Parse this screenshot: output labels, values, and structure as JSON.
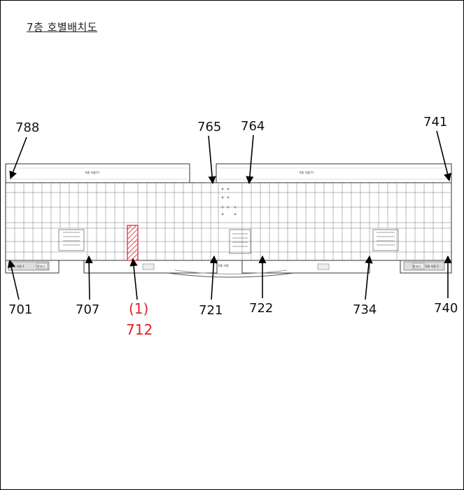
{
  "page_title": "7층 호별배치도",
  "top_labels": [
    "788",
    "765",
    "764",
    "741"
  ],
  "bottom_labels": [
    "701",
    "707",
    "721",
    "722",
    "734",
    "740"
  ],
  "highlight": {
    "prefix": "(1)",
    "unit": "712",
    "color": "#e0202a"
  },
  "plan_notes": {
    "north_left": "6층 지붕(?)",
    "north_right": "6층 지붕(?)",
    "south_left": "6층 지붕-1",
    "south_mid": "6층 지붕",
    "south_right": "6층 지붕-2",
    "balcony_left": "발코니",
    "balcony_right": "발코니"
  },
  "colors": {
    "line": "#333333",
    "grid": "#777777",
    "highlight": "#e0202a"
  }
}
